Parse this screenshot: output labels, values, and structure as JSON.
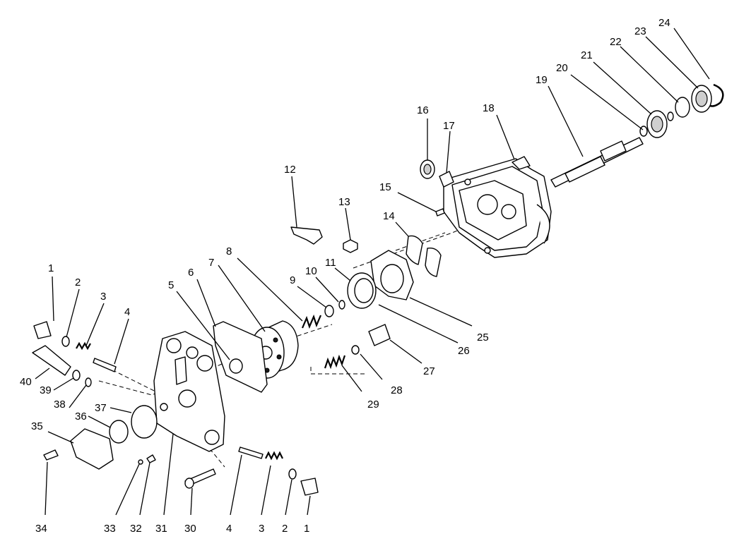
{
  "callouts": [
    {
      "id": "c1a",
      "text": "1"
    },
    {
      "id": "c2a",
      "text": "2"
    },
    {
      "id": "c3a",
      "text": "3"
    },
    {
      "id": "c4a",
      "text": "4"
    },
    {
      "id": "c5",
      "text": "5"
    },
    {
      "id": "c6",
      "text": "6"
    },
    {
      "id": "c7",
      "text": "7"
    },
    {
      "id": "c8",
      "text": "8"
    },
    {
      "id": "c9",
      "text": "9"
    },
    {
      "id": "c10",
      "text": "10"
    },
    {
      "id": "c11",
      "text": "11"
    },
    {
      "id": "c12",
      "text": "12"
    },
    {
      "id": "c13",
      "text": "13"
    },
    {
      "id": "c14",
      "text": "14"
    },
    {
      "id": "c15",
      "text": "15"
    },
    {
      "id": "c16",
      "text": "16"
    },
    {
      "id": "c17",
      "text": "17"
    },
    {
      "id": "c18",
      "text": "18"
    },
    {
      "id": "c19",
      "text": "19"
    },
    {
      "id": "c20",
      "text": "20"
    },
    {
      "id": "c21",
      "text": "21"
    },
    {
      "id": "c22",
      "text": "22"
    },
    {
      "id": "c23",
      "text": "23"
    },
    {
      "id": "c24",
      "text": "24"
    },
    {
      "id": "c25",
      "text": "25"
    },
    {
      "id": "c26",
      "text": "26"
    },
    {
      "id": "c27",
      "text": "27"
    },
    {
      "id": "c28",
      "text": "28"
    },
    {
      "id": "c29",
      "text": "29"
    },
    {
      "id": "c30",
      "text": "30"
    },
    {
      "id": "c31",
      "text": "31"
    },
    {
      "id": "c32",
      "text": "32"
    },
    {
      "id": "c33",
      "text": "33"
    },
    {
      "id": "c34",
      "text": "34"
    },
    {
      "id": "c35",
      "text": "35"
    },
    {
      "id": "c36",
      "text": "36"
    },
    {
      "id": "c37",
      "text": "37"
    },
    {
      "id": "c38",
      "text": "38"
    },
    {
      "id": "c39",
      "text": "39"
    },
    {
      "id": "c40",
      "text": "40"
    },
    {
      "id": "c4b",
      "text": "4"
    },
    {
      "id": "c3b",
      "text": "3"
    },
    {
      "id": "c2b",
      "text": "2"
    },
    {
      "id": "c1b",
      "text": "1"
    }
  ]
}
